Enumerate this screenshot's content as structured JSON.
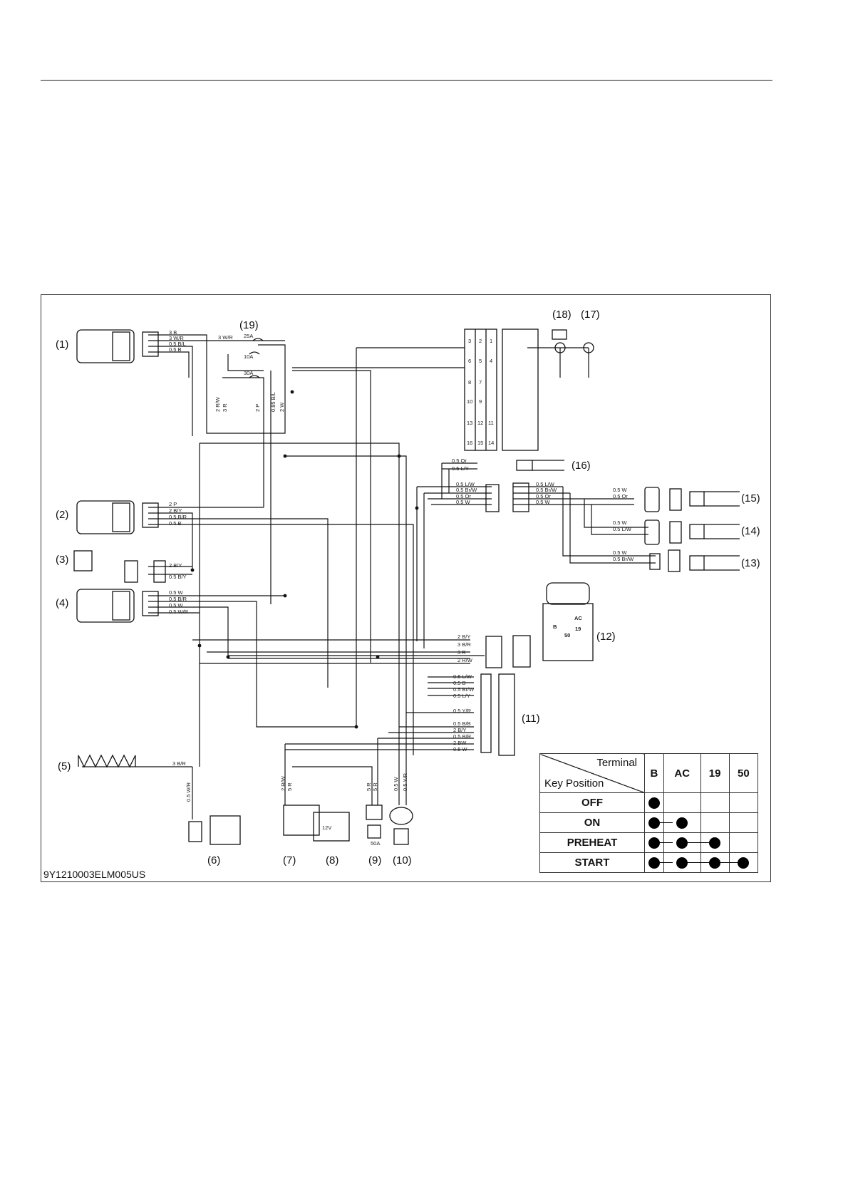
{
  "callouts": [
    "(1)",
    "(2)",
    "(3)",
    "(4)",
    "(5)",
    "(6)",
    "(7)",
    "(8)",
    "(9)",
    "(10)",
    "(11)",
    "(12)",
    "(13)",
    "(14)",
    "(15)",
    "(16)",
    "(17)",
    "(18)",
    "(19)"
  ],
  "fuses": [
    "25A",
    "10A",
    "30A"
  ],
  "relay_label": "50A",
  "battery_label": "12V",
  "switch_terminals": [
    "B",
    "AC",
    "19",
    "50"
  ],
  "connector_pins": [
    "3",
    "2",
    "1",
    "6",
    "5",
    "4",
    "8",
    "7",
    "10",
    "9",
    "13",
    "12",
    "11",
    "16",
    "15",
    "14"
  ],
  "wire_labels": {
    "c1": [
      "3 B",
      "3 W/R",
      "0.5 B/L",
      "0.5 B"
    ],
    "fuse_in": "3 W/R",
    "vertical_top": [
      "2 R/W",
      "3 R",
      "2 P",
      "0.85 B/L",
      "2 W"
    ],
    "c2": [
      "2 P",
      "2 B/Y",
      "0.5 B/R",
      "0.5 B"
    ],
    "c3": [
      "2 B/Y",
      "0.5 B/Y"
    ],
    "c4": [
      "0.5 W",
      "0.5 B/R",
      "0.5 W",
      "0.5 W/R"
    ],
    "c5": "3 B/R",
    "c6": "0.5 W/R",
    "c7": [
      "2 R/W",
      "5 R"
    ],
    "c9": [
      "5 R",
      "5 R"
    ],
    "c10": [
      "0.5 W",
      "0.5 Y/R"
    ],
    "c16": [
      "0.5 Or",
      "0.5 L/Y"
    ],
    "mid_left": [
      "0.5 L/W",
      "0.5 Br/W",
      "0.5 Or",
      "0.5 W"
    ],
    "mid_right": [
      "0.5 L/W",
      "0.5 Br/W",
      "0.5 Or",
      "0.5 W"
    ],
    "c15": [
      "0.5 W",
      "0.5 Or"
    ],
    "c14": [
      "0.5 W",
      "0.5 L/W"
    ],
    "c13": [
      "0.5 W",
      "0.5 Br/W"
    ],
    "c12": [
      "2 B/Y",
      "3 B/R",
      "3 R",
      "2 R/W"
    ],
    "c11": [
      "0.5 L/W",
      "0.5 B",
      "0.5 Br/W",
      "0.5 L/Y",
      "0.5 Y/R",
      "0.5 B/B",
      "2 B/Y",
      "0.5 B/R",
      "2 BW",
      "0.5 W"
    ]
  },
  "doc_code": "9Y1210003ELM005US",
  "key_table": {
    "header_terminal": "Terminal",
    "header_key_position": "Key Position",
    "terminals": [
      "B",
      "AC",
      "19",
      "50"
    ],
    "rows": [
      {
        "label": "OFF",
        "active": [
          true,
          false,
          false,
          false
        ]
      },
      {
        "label": "ON",
        "active": [
          true,
          true,
          false,
          false
        ]
      },
      {
        "label": "PREHEAT",
        "active": [
          true,
          true,
          true,
          false
        ]
      },
      {
        "label": "START",
        "active": [
          true,
          true,
          true,
          true
        ]
      }
    ]
  }
}
